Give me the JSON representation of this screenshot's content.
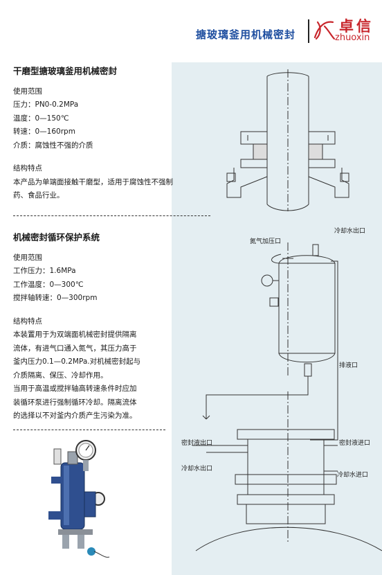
{
  "header": {
    "title": "搪玻璃釜用机械密封",
    "logo_cn": "卓信",
    "logo_en": "zhuoxin"
  },
  "section1": {
    "title": "干磨型搪玻璃釜用机械密封",
    "scope_heading": "使用范围",
    "specs": [
      "压力：PN0-0.2MPa",
      "温度：0—150℃",
      "转速：0—160rpm",
      "介质：腐蚀性不强的介质"
    ],
    "features_heading": "结构特点",
    "features": [
      "本产品为单端面接触干磨型，适用于腐蚀性不强制",
      "药、食品行业。"
    ]
  },
  "section2": {
    "title": "机械密封循环保护系统",
    "scope_heading": "使用范围",
    "specs": [
      "工作压力：1.6MPa",
      "工作温度：0—300℃",
      "搅拌轴转速：0—300rpm"
    ],
    "features_heading": "结构特点",
    "features": [
      "本装置用于为双端面机械密封提供隔离",
      "流体，有进气口通入氮气，其压力高于",
      "釜内压力0.1—0.2MPa.对机械密封起与",
      "介质隔离、保压、冷却作用。",
      "当用于高温或搅拌轴高转速条件时应加",
      "装循环泵进行强制循环冷却。隔离流体",
      "的选择以不对釜内介质产生污染为准。"
    ]
  },
  "diagram_labels": {
    "nitrogen_inlet": "氮气加压口",
    "cooling_water_outlet_top": "冷却水出口",
    "drain": "排液口",
    "seal_fluid_outlet": "密封液出口",
    "seal_fluid_inlet": "密封液进口",
    "cooling_water_outlet": "冷却水出口",
    "cooling_water_inlet": "冷却水进口"
  },
  "colors": {
    "brand_blue": "#1f4fa0",
    "brand_red": "#c8262c",
    "panel_bg": "#e4eef2"
  }
}
